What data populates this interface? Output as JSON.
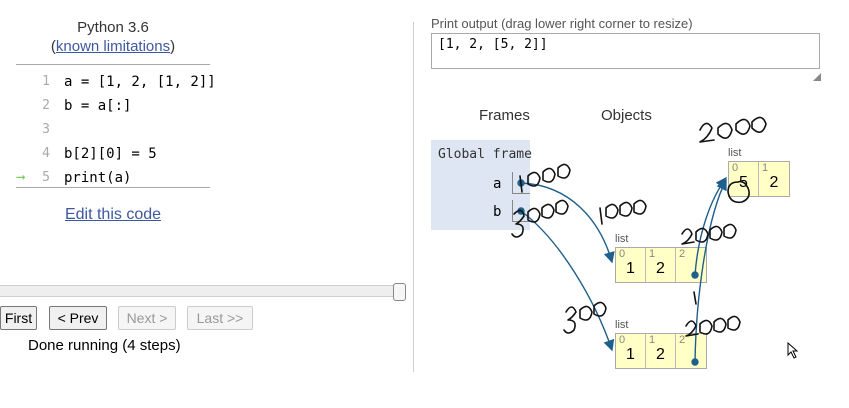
{
  "header": {
    "language": "Python 3.6",
    "limitations_prefix": "(",
    "limitations_link": "known limitations",
    "limitations_suffix": ")"
  },
  "code": {
    "current_line": 5,
    "lines": [
      {
        "no": "1",
        "text": "a = [1, 2, [1, 2]]"
      },
      {
        "no": "2",
        "text": "b = a[:]"
      },
      {
        "no": "3",
        "text": ""
      },
      {
        "no": "4",
        "text": "b[2][0] = 5"
      },
      {
        "no": "5",
        "text": "print(a)"
      }
    ]
  },
  "edit_link": "Edit this code",
  "navigation": {
    "first": "First",
    "prev": "< Prev",
    "next": "Next >",
    "last": "Last >>",
    "status": "Done running (4 steps)"
  },
  "output": {
    "label": "Print output (drag lower right corner to resize)",
    "text": "[1, 2, [5, 2]]"
  },
  "viz": {
    "frames_header": "Frames",
    "objects_header": "Objects",
    "global_frame": {
      "title": "Global frame",
      "vars": [
        {
          "name": "a"
        },
        {
          "name": "b"
        }
      ]
    },
    "objects": [
      {
        "label": "list",
        "cells": [
          {
            "idx": "0",
            "val": "5"
          },
          {
            "idx": "1",
            "val": "2"
          }
        ]
      },
      {
        "label": "list",
        "cells": [
          {
            "idx": "0",
            "val": "1"
          },
          {
            "idx": "1",
            "val": "2"
          },
          {
            "idx": "2",
            "val": ""
          }
        ]
      },
      {
        "label": "list",
        "cells": [
          {
            "idx": "0",
            "val": "1"
          },
          {
            "idx": "1",
            "val": "2"
          },
          {
            "idx": "2",
            "val": ""
          }
        ]
      }
    ]
  },
  "colors": {
    "pointer": "#1f5f8b",
    "frame_bg": "#dde6f2",
    "object_bg": "#ffffc6",
    "current_line_arrow": "#7ccf5f",
    "link": "#3D58A2"
  }
}
